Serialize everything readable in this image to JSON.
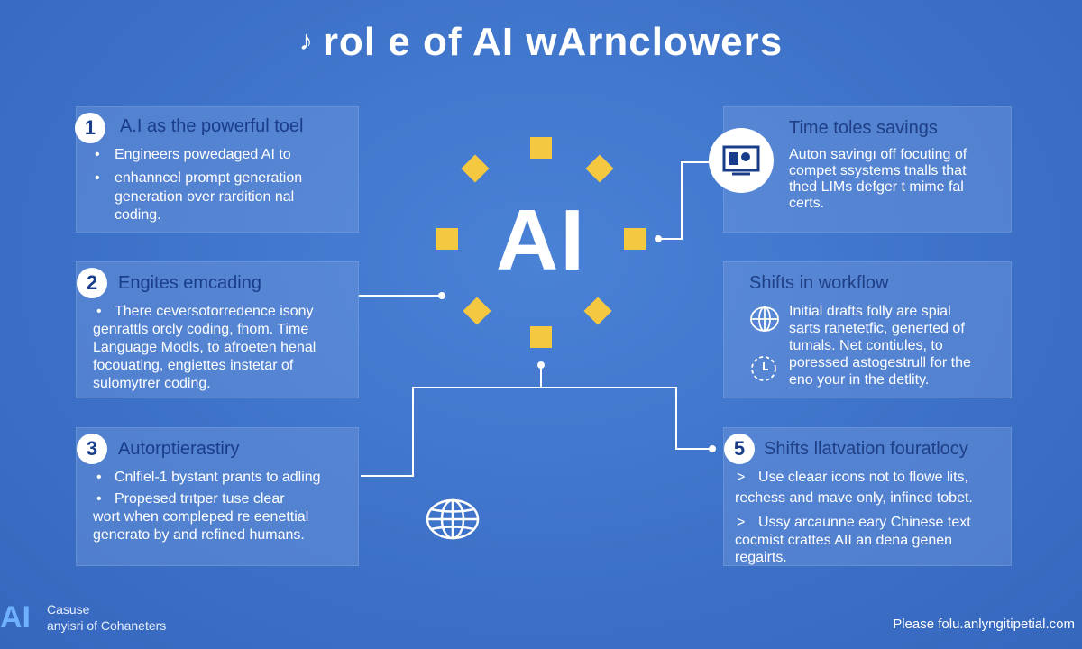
{
  "title": "rol e of AI wArnclowers",
  "title_mark": "♪",
  "center": {
    "label": "AI"
  },
  "panels": {
    "p1": {
      "number": "1",
      "heading": "A.I as the powerful toel",
      "lines": [
        "Engineers powedaged AI to",
        "enhanncel prompt generation",
        "generation over rardition nal",
        "coding."
      ]
    },
    "p2": {
      "number": "2",
      "heading": "Engites emcading",
      "lines": [
        "There ceversotorredence isony",
        "genrattls orcly coding, fhom. Time",
        "Language Modls, to afroeten henal",
        "focouating, engiettes instetar of",
        "sulomytrer coding."
      ]
    },
    "p3": {
      "number": "3",
      "heading": "Autorptierastiry",
      "lines": [
        "Cnlfiel-1 bystant prants to adling",
        "Propesed trıtper tuse clear",
        "wort when compleped re eenettial",
        "generato by and refined humans."
      ]
    },
    "p4": {
      "heading": "Time toles savings",
      "lines": [
        "Auton savingı off focuting of",
        "compet ssystems tnalls that",
        "thed LIMs defger t mime fal",
        "certs."
      ]
    },
    "p5": {
      "heading": "Shifts in workflow",
      "lines": [
        "Initial drafts folly are spial",
        "sarts ranetetfic, generted of",
        "tumals. Net contiules, to",
        "poressed astogestrull for the",
        "eno your in the detlity."
      ]
    },
    "p6": {
      "number": "5",
      "heading": "Shifts llatvation fouratlocy",
      "lines": [
        "Use cleaar icons not to flowe lits,",
        "rechess and mave only, infined tobet.",
        "Ussy arcaunne eary Chinese text",
        "cocmist crattes AII an dena genen",
        "regairts."
      ]
    }
  },
  "bullets": {
    "dot": "•",
    "arrow": ">"
  },
  "footer": {
    "logo": "AI",
    "sub1": "Casuse",
    "sub2": "anyisri of Cohaneters",
    "right": "Please folu.anlyngitipetial.com"
  },
  "icons": [
    "presentation-icon",
    "globe-icon",
    "clock-icon",
    "sparkle-diamond-icon"
  ],
  "colors": {
    "background": "#3d72c8",
    "panel": "#6e96dc",
    "accent": "#f5c842",
    "heading": "#1a3d8a"
  }
}
